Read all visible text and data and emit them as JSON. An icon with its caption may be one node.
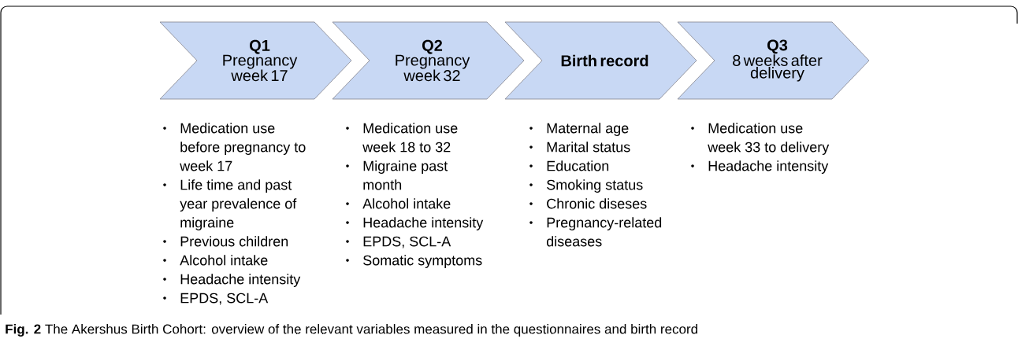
{
  "diagram": {
    "caption": "**Fig. 2** The Akershus Birth Cohort: overview of the relevant variables measured in the questionnaires and birth record",
    "nodes": [
      {
        "text": [
          "Q1",
          "Pregnancy week 17"
        ],
        "beside": [
          "Medication use before pregnancy to week 17",
          "Life time and past year prevalence of migraine",
          "Previous children",
          "Alcohol intake",
          "Headache intensity",
          "EPDS, SCL-A"
        ]
      },
      {
        "text": [
          "Q2",
          "Pregnancy week 32"
        ],
        "beside": [
          "Medication use week 18 to 32",
          "Migraine  past month",
          "Alcohol intake",
          "Headache intensity",
          "EPDS, SCL-A",
          "Somatic symptoms"
        ]
      },
      {
        "text": [
          "Birth record"
        ],
        "beside": [
          "Maternal age",
          "Marital status",
          "Education",
          "Smoking status",
          "Chronic diseses",
          "Pregnancy-related diseases"
        ]
      },
      {
        "text": [
          "Q3",
          "8 weeks after delivery"
        ],
        "beside": [
          "Medication use week 33 to delivery",
          "Headache intensity"
        ]
      }
    ]
  }
}
